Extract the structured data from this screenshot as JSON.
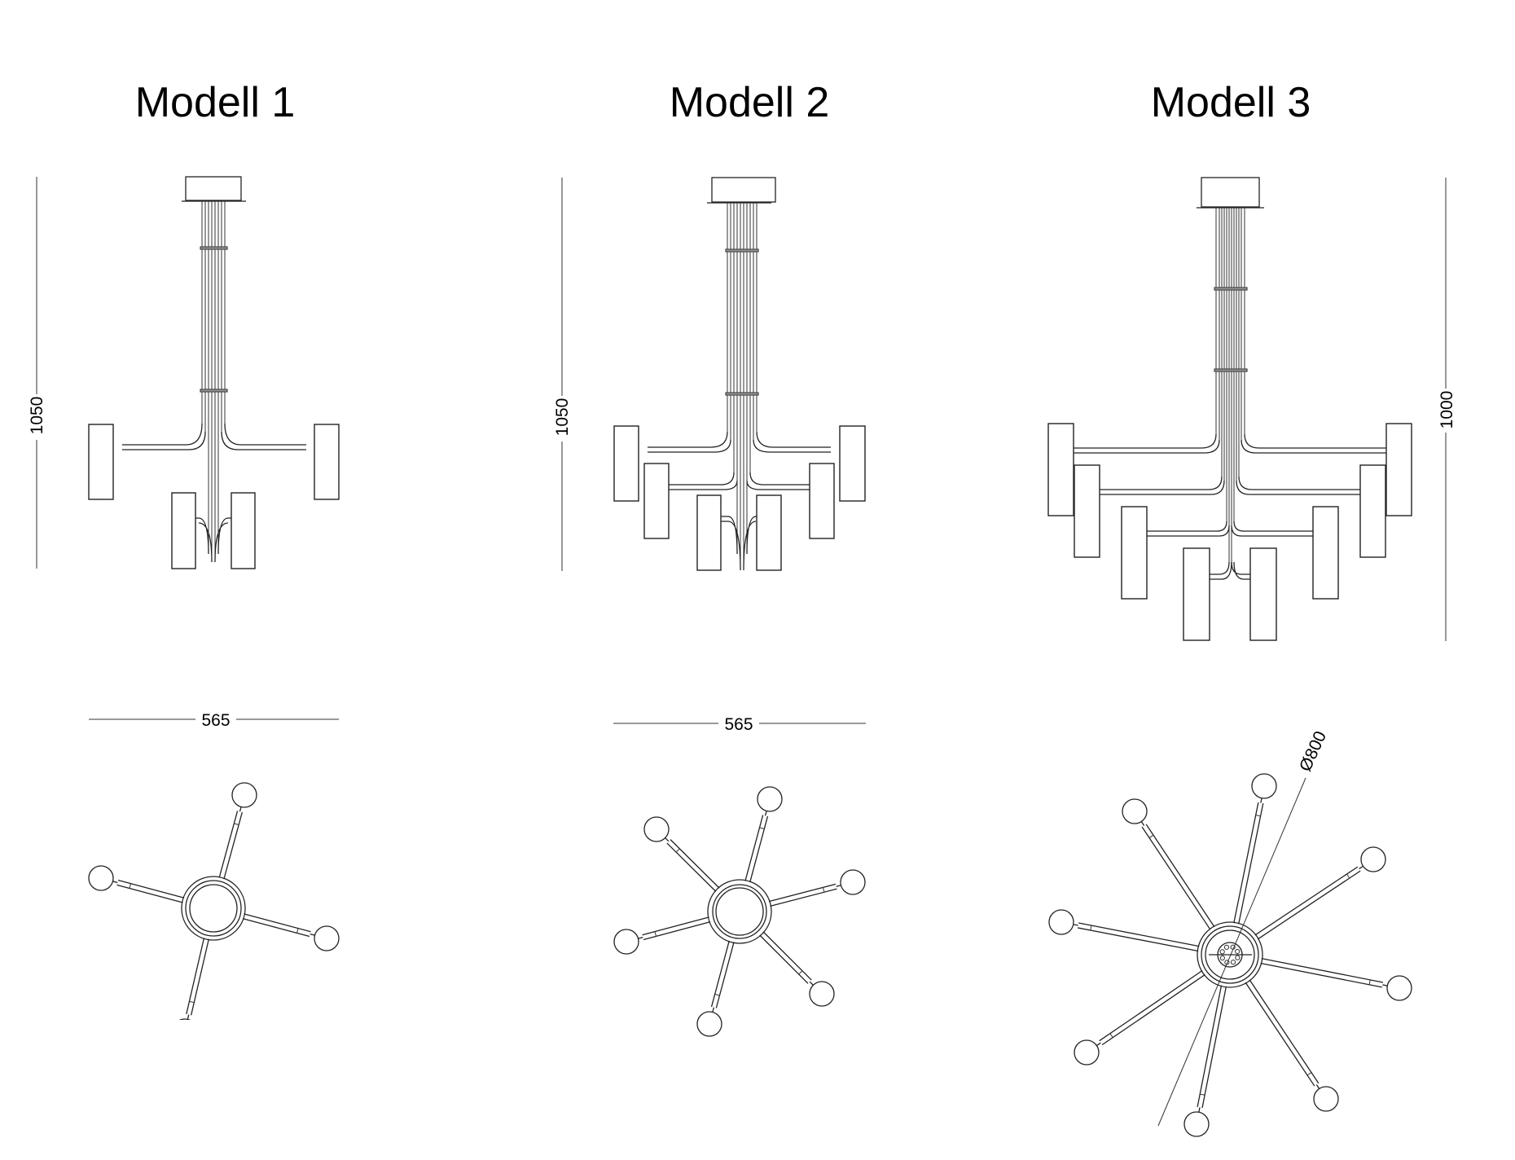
{
  "models": [
    {
      "title": "Modell 1",
      "height_label": "1050",
      "width_label": "565",
      "front_view": {
        "lamp_count": 4
      },
      "top_view": {
        "arm_count": 4
      }
    },
    {
      "title": "Modell 2",
      "height_label": "1050",
      "width_label": "565",
      "front_view": {
        "lamp_count": 6
      },
      "top_view": {
        "arm_count": 6
      }
    },
    {
      "title": "Modell 3",
      "height_label": "1000",
      "diameter_label": "Ø800",
      "front_view": {
        "lamp_count": 8
      },
      "top_view": {
        "arm_count": 8
      }
    }
  ]
}
